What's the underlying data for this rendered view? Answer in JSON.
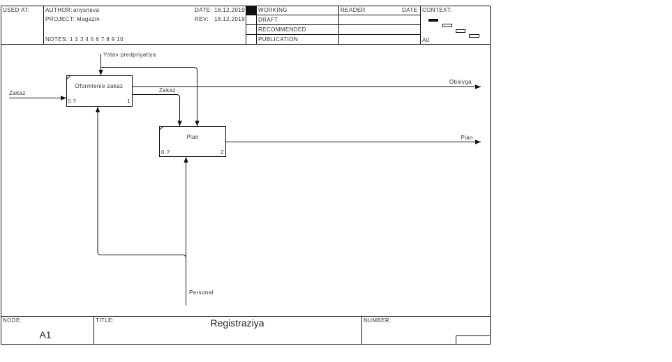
{
  "header": {
    "used_at_label": "USED AT:",
    "author_label": "AUTHOR:",
    "author_value": "anysneva",
    "project_label": "PROJECT:",
    "project_value": "Magazin",
    "notes_label": "NOTES:",
    "notes_value": "1  2  3  4  5  6  7  8  9  10",
    "date_label": "DATE:",
    "date_value": "18.12.2019",
    "rev_label": "REV:",
    "rev_value": "18.12.2019",
    "status_working": "WORKING",
    "status_draft": "DRAFT",
    "status_recommended": "RECOMMENDED",
    "status_publication": "PUBLICATION",
    "reader_label": "READER",
    "reader_date_label": "DATE",
    "context_label": "CONTEXT:",
    "context_node": "A0"
  },
  "diagram": {
    "boxes": [
      {
        "label": "Oformlenie zakaz",
        "ref": "0 ?",
        "number": "1"
      },
      {
        "label": "Plan",
        "ref": "0 ?",
        "number": "2"
      }
    ],
    "arrows": {
      "input_zakaz": "Zakaz",
      "control_ystav": "Ystav predpriyatiya",
      "output_zakaz": "Zakaz",
      "output_obslyga": "Obslyga",
      "output_plan": "Plan",
      "mechanism_personal": "Personal"
    }
  },
  "footer": {
    "node_label": "NODE:",
    "node_value": "A1",
    "title_label": "TITLE:",
    "title_value": "Registraziya",
    "number_label": "NUMBER:"
  }
}
